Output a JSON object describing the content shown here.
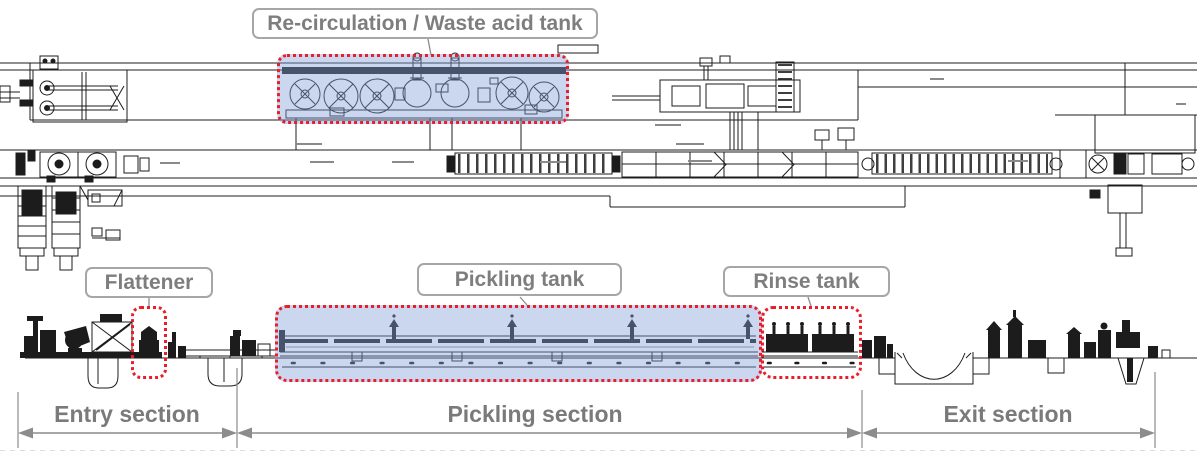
{
  "callouts": {
    "recirculation": {
      "label": "Re-circulation / Waste acid tank"
    },
    "flattener": {
      "label": "Flattener"
    },
    "pickling_tank": {
      "label": "Pickling tank"
    },
    "rinse_tank": {
      "label": "Rinse tank"
    }
  },
  "sections": {
    "entry": {
      "label": "Entry section"
    },
    "pickling": {
      "label": "Pickling section"
    },
    "exit": {
      "label": "Exit section"
    }
  },
  "colors": {
    "highlight_fill": "rgba(132,158,216,0.42)",
    "highlight_border": "#e81e28",
    "callout_border": "#a6a6a6",
    "callout_text": "#7e7e7e",
    "section_text": "#7a7a7a",
    "dimension_line": "#8c8c8c",
    "drawing_line": "#1c1c1c"
  }
}
